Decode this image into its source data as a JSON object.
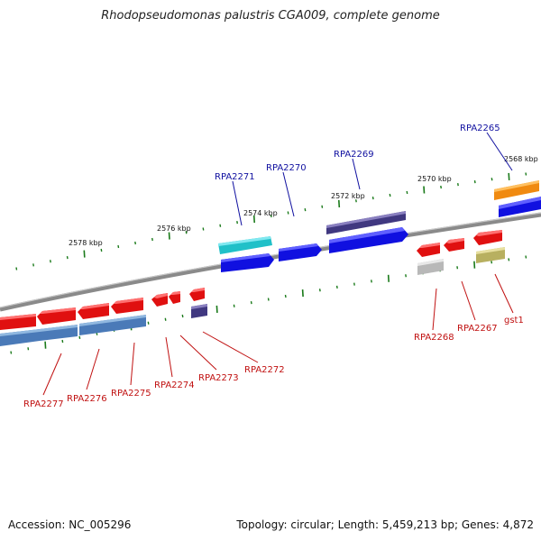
{
  "title": "Rhodopseudomonas palustris CGA009, complete genome",
  "footer": {
    "accession": "Accession: NC_005296",
    "summary": "Topology: circular; Length: 5,459,213 bp; Genes: 4,872"
  },
  "colors": {
    "backbone": "#808080",
    "tick": "#1a7a1a",
    "forward_gene": "#e01010",
    "forward_gene_alt": "#4a7ab8",
    "blue_gene": "#1010e0",
    "cyan_gene": "#20c0c8",
    "navy_gene": "#403880",
    "orange_gene": "#f08a10",
    "gray_gene": "#b8b8b8",
    "olive_gene": "#b8b060",
    "label_blue": "#1010a0",
    "label_red": "#c01010"
  },
  "scale_labels": [
    "2578 kbp",
    "2576 kbp",
    "2574 kbp",
    "2572 kbp",
    "2570 kbp",
    "2568 kbp"
  ],
  "gene_labels_top": [
    "RPA2271",
    "RPA2270",
    "RPA2269",
    "RPA2265"
  ],
  "gene_labels_bottom": [
    "RPA2277",
    "RPA2276",
    "RPA2275",
    "RPA2274",
    "RPA2273",
    "RPA2272",
    "RPA2268",
    "RPA2267",
    "gst1"
  ]
}
